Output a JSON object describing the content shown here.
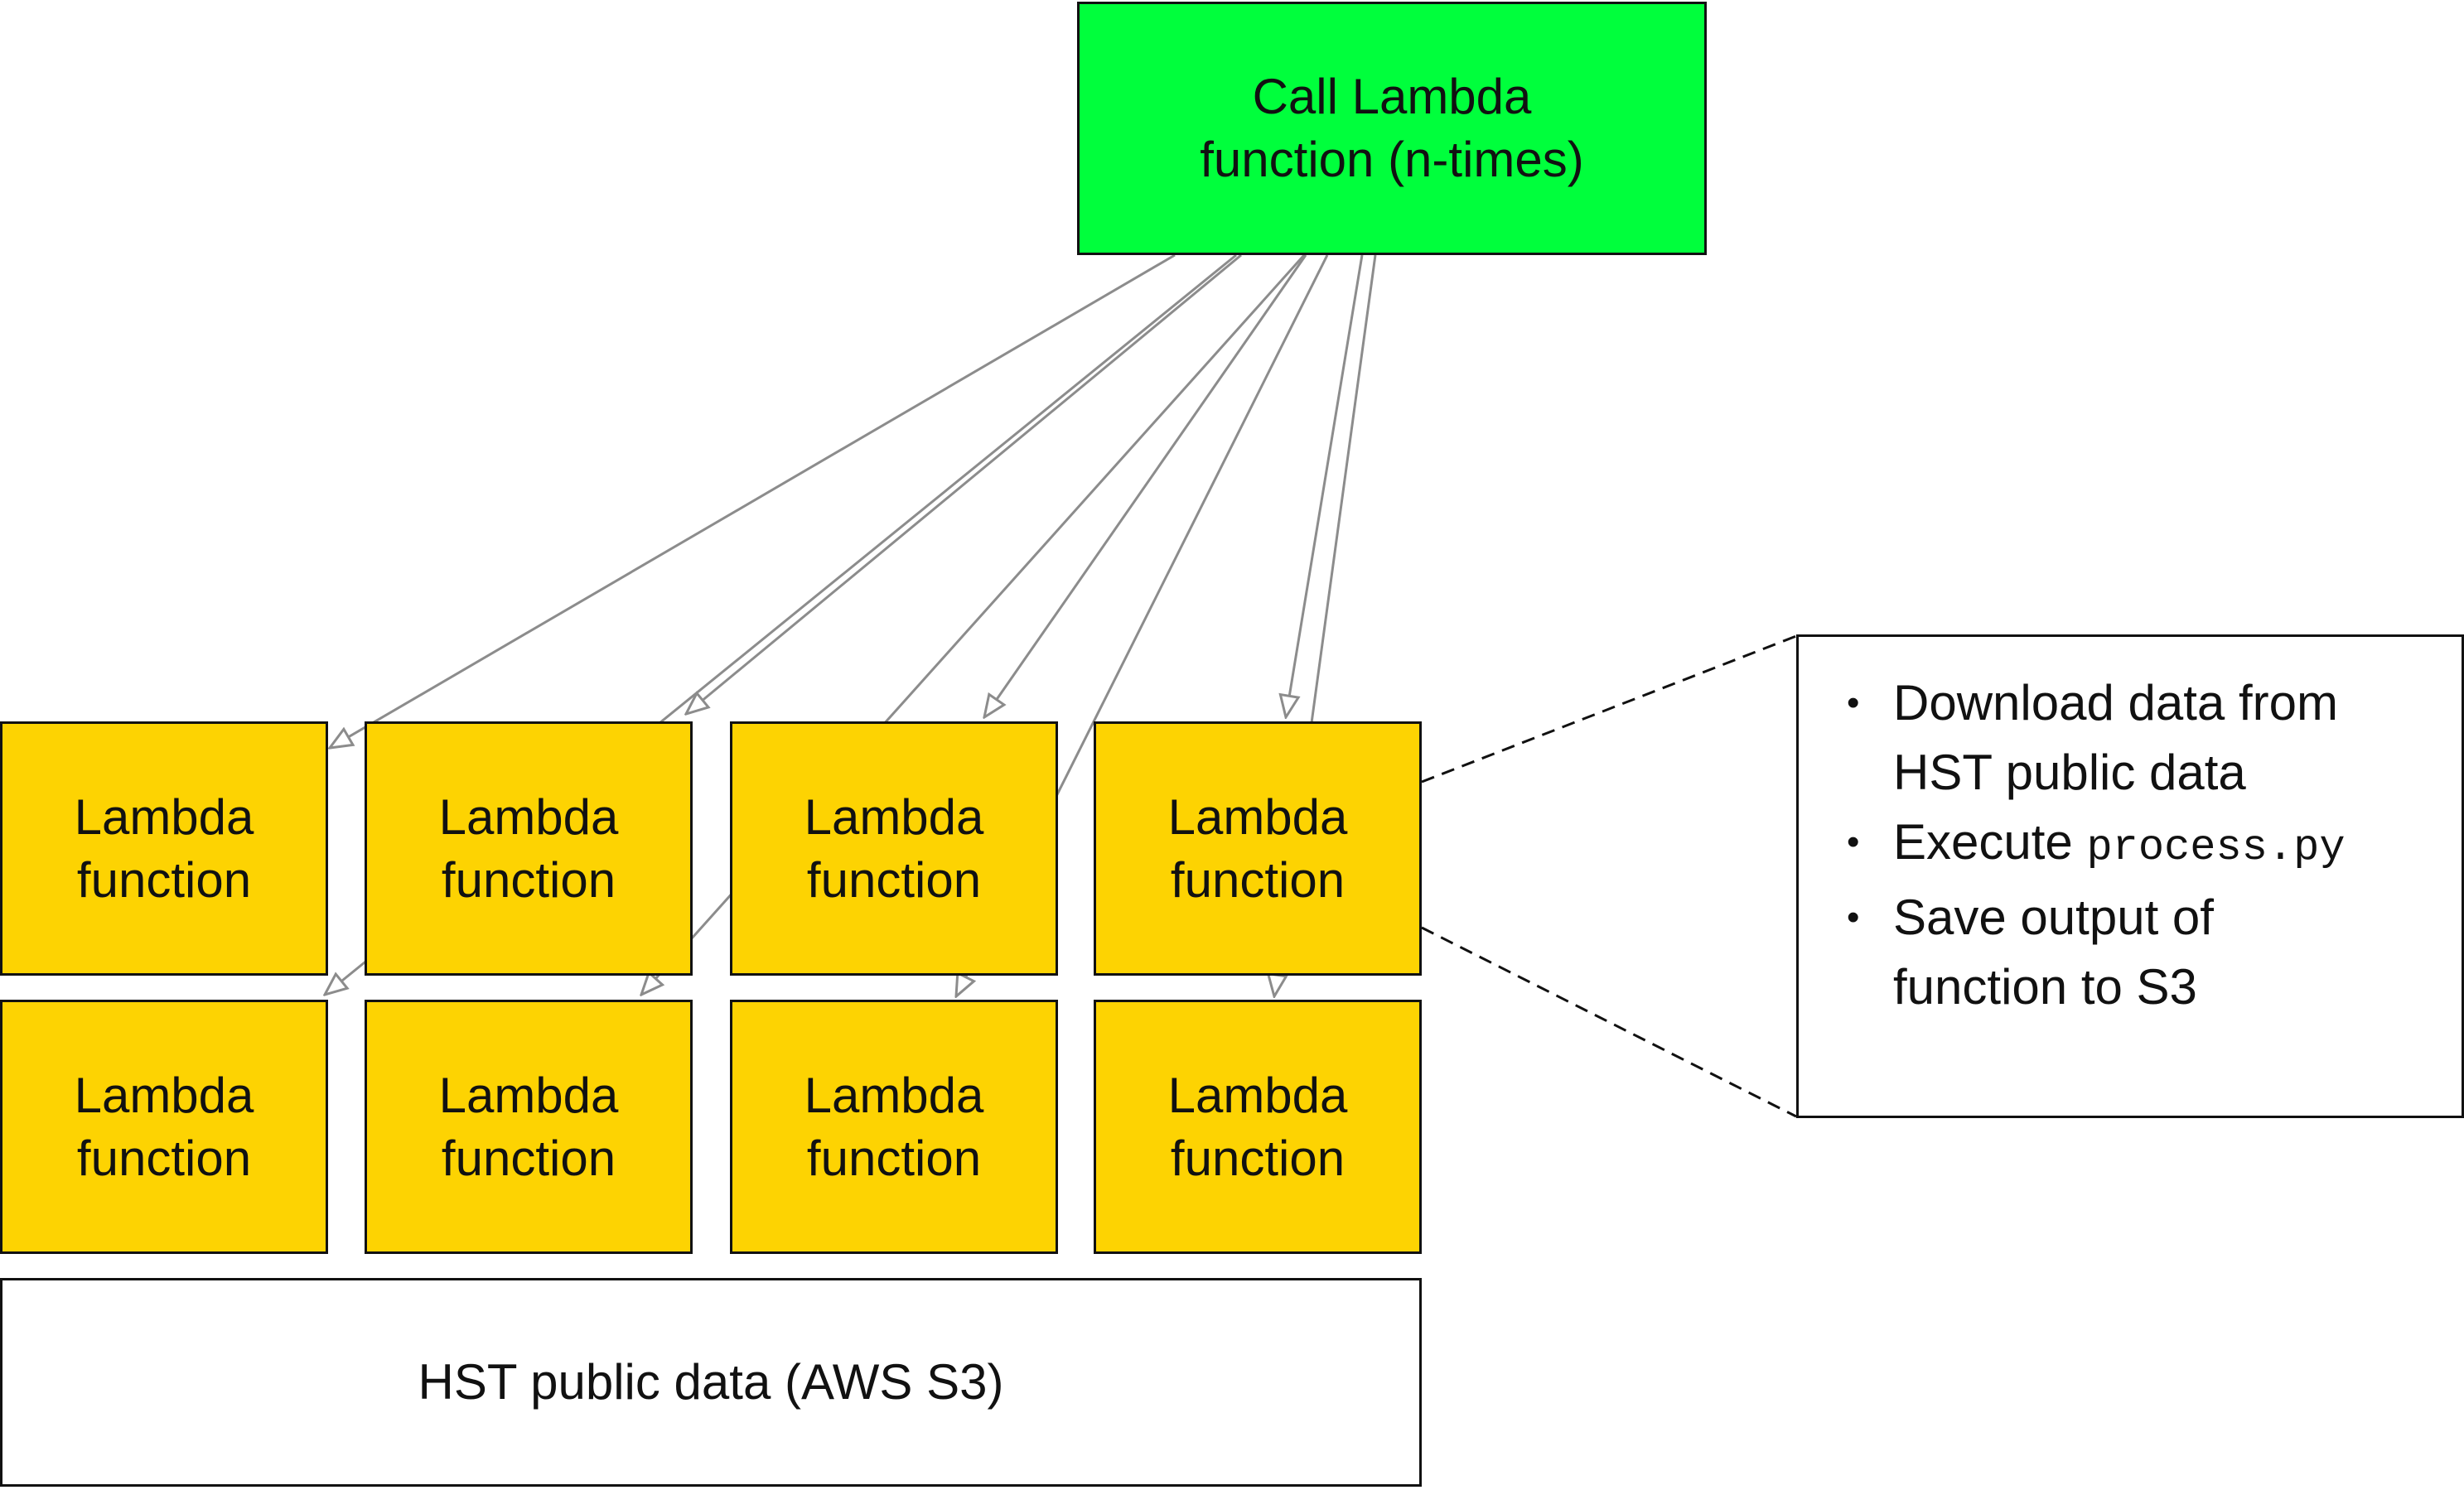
{
  "call_node": {
    "line1": "Call Lambda",
    "line2": "function (n-times)"
  },
  "lambda_label": {
    "line1": "Lambda",
    "line2": "function"
  },
  "storage": {
    "label": "HST public data (AWS S3)"
  },
  "note": {
    "bullets": [
      {
        "text": "Download data from",
        "text2": "HST public data"
      },
      {
        "text": "Execute ",
        "code": "process.py"
      },
      {
        "text": "Save output of",
        "text2": "function to S3"
      }
    ]
  },
  "colors": {
    "call_fill": "#00ff3c",
    "lambda_fill": "#fdd302",
    "arrow": "#8c8c8c",
    "border": "#111111"
  }
}
